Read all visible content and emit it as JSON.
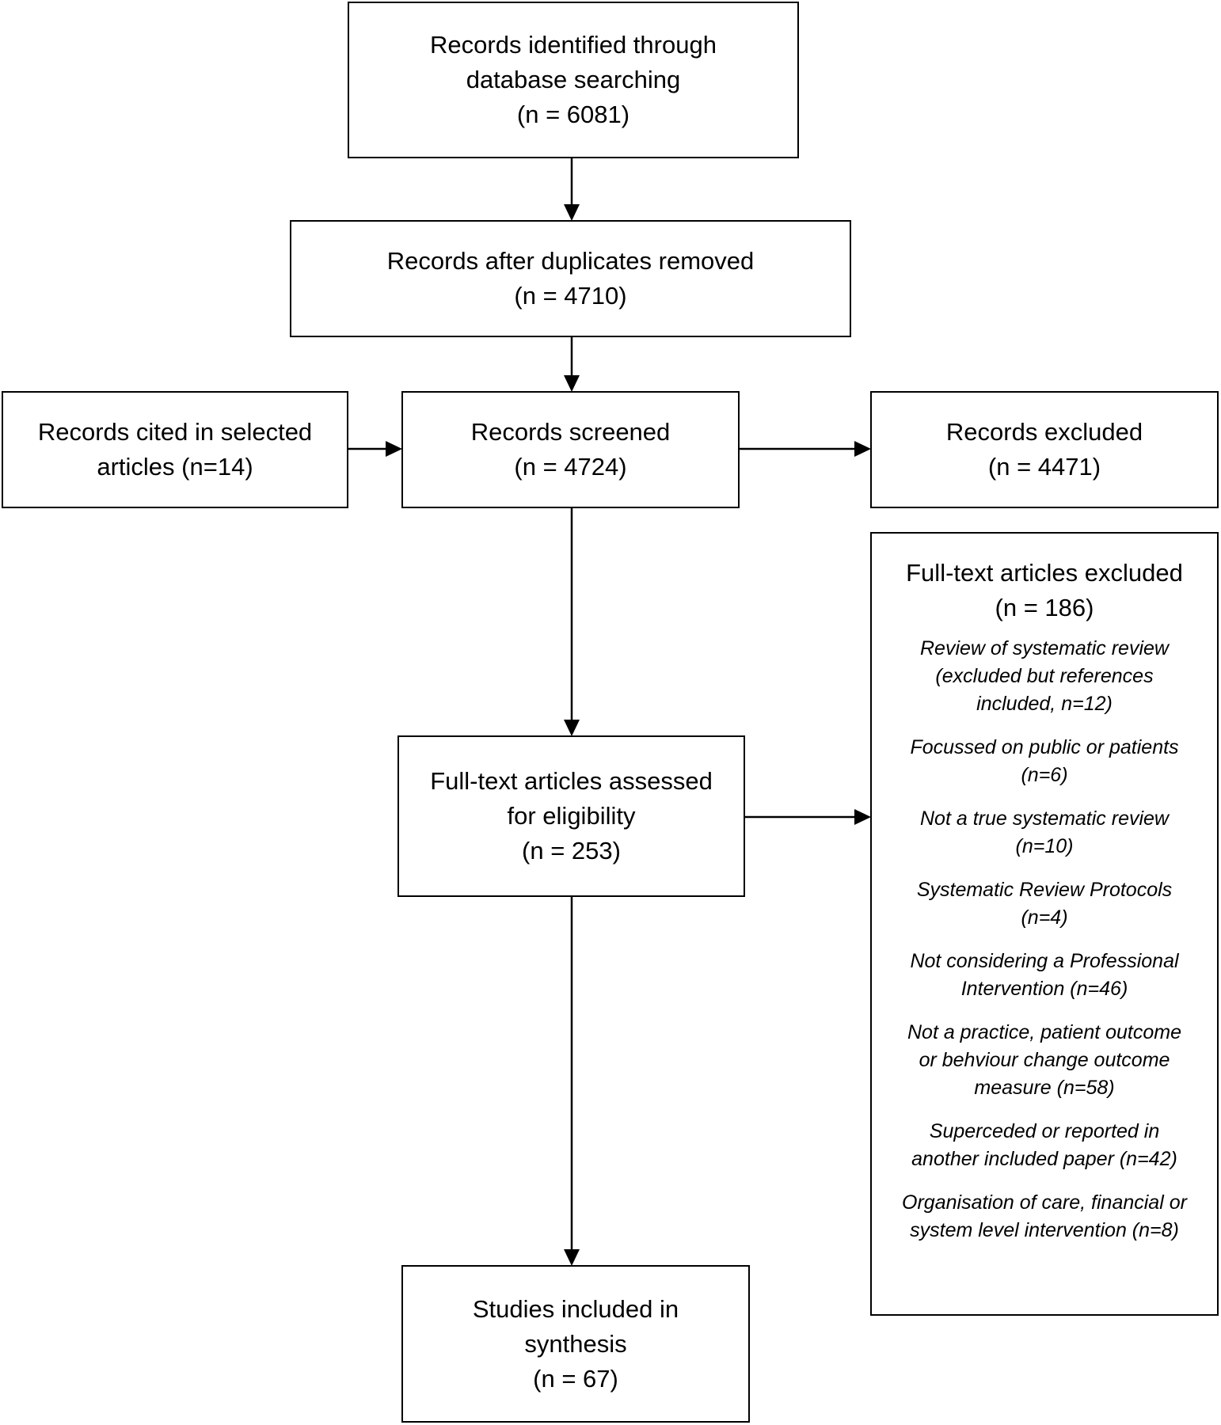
{
  "boxes": {
    "identified": {
      "lines": [
        "Records identified through",
        "database searching"
      ],
      "count": "(n = 6081)"
    },
    "deduplicated": {
      "lines": [
        "Records after duplicates removed"
      ],
      "count": "(n = 4710)"
    },
    "cited": {
      "lines": [
        "Records cited in selected",
        "articles (n=14)"
      ]
    },
    "screened": {
      "lines": [
        "Records screened"
      ],
      "count": "(n = 4724)"
    },
    "excluded": {
      "lines": [
        "Records excluded"
      ],
      "count": "(n = 4471)"
    },
    "assessed": {
      "lines": [
        "Full-text articles assessed",
        "for eligibility"
      ],
      "count": "(n = 253)"
    },
    "included": {
      "lines": [
        "Studies included in",
        "synthesis"
      ],
      "count": "(n = 67)"
    }
  },
  "fulltext_excluded": {
    "title": "Full-text articles excluded",
    "count": "(n = 186)",
    "reasons": [
      [
        "Review of systematic review",
        "(excluded but references",
        "included, n=12)"
      ],
      [
        "Focussed on public or patients",
        "(n=6)"
      ],
      [
        "Not a true systematic review",
        "(n=10)"
      ],
      [
        "Systematic Review Protocols",
        "(n=4)"
      ],
      [
        "Not considering a Professional",
        "Intervention (n=46)"
      ],
      [
        "Not a practice, patient outcome",
        "or behviour change outcome",
        "measure (n=58)"
      ],
      [
        "Superceded or reported in",
        "another included paper (n=42)"
      ],
      [
        "Organisation of care, financial or",
        "system level intervention (n=8)"
      ]
    ]
  }
}
